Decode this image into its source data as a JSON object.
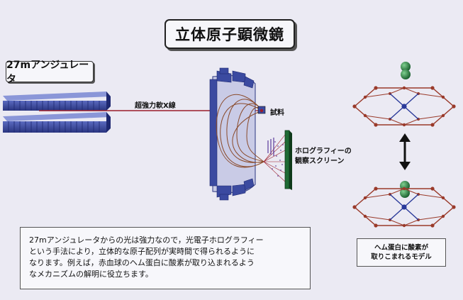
{
  "title": "立体原子顕微鏡",
  "source_label": "27mアンジュレータ",
  "beam_label": "超強力軟X線",
  "sample_label": "試料",
  "screen_label": [
    "ホログラフィーの",
    "観察スクリーン"
  ],
  "caption_lines": [
    "27mアンジュレータからの光は強力なので，光電子ホログラフィー",
    "という手法により，立体的な原子配列が実時間で得られるように",
    "なります。例えば，赤血球のヘム蛋白に酸素が取り込まれるよう",
    "なメカニズムの解明に役立ちます。"
  ],
  "model_caption": [
    "ヘム蛋白に酸素が",
    "取りこまれるモデル"
  ],
  "colors": {
    "background": "#ebeaf3",
    "undulator": "#3a4a9a",
    "beam": "#9b1c2a",
    "detector": "#3b4aa0",
    "trajectory": "#8a4a2a",
    "heme_ring": "#9a3a2a",
    "heme_center": "#2a3a9a",
    "oxygen": "#1f6a34"
  }
}
